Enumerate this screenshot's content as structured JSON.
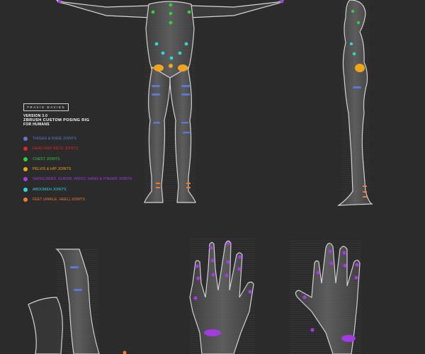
{
  "brand": "TRAVIS DAVIES",
  "version": "VERSION 3.0",
  "title": "ZBRUSH CUSTOM POSING RIG",
  "subtitle": "FOR HUMANS",
  "legend": [
    {
      "label": "THIGHS & KNEE JOINTS",
      "color": "#5b78d6"
    },
    {
      "label": "HEAD AND NECK JOINTS",
      "color": "#e02424"
    },
    {
      "label": "CHEST JOINTS",
      "color": "#2fcf3a"
    },
    {
      "label": "PELVIS & HIP JOINTS",
      "color": "#f0a51c"
    },
    {
      "label": "SHOULDERS, ELBOW, WRIST, HAND & FINGER JOINTS",
      "color": "#a23ce0"
    },
    {
      "label": "ABDOMEN JOINTS",
      "color": "#2ed6d0"
    },
    {
      "label": "FEET (ANKLE, HEEL) JOINTS",
      "color": "#f07a2e"
    }
  ]
}
